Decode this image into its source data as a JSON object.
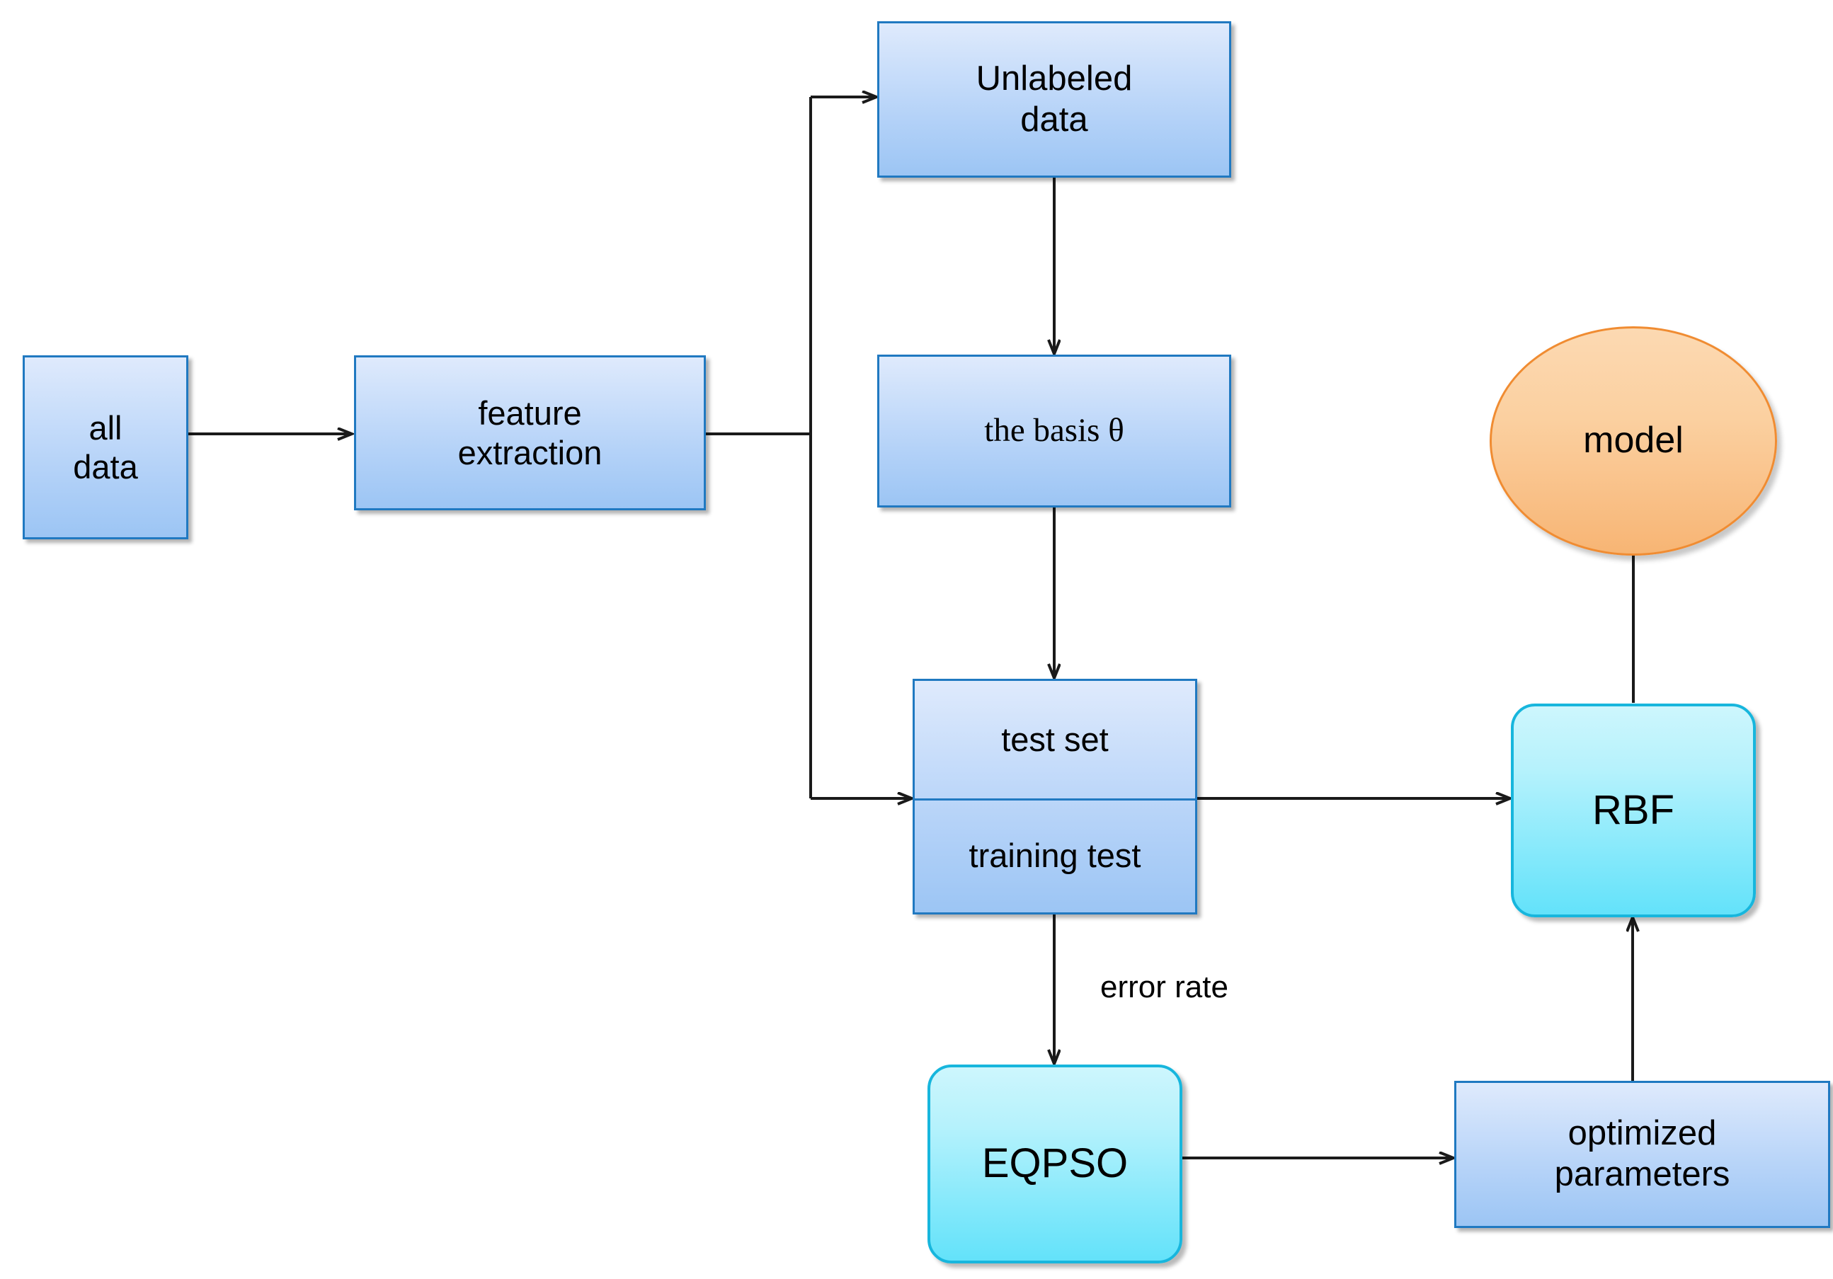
{
  "diagram": {
    "title": "Semi-supervised EQPSO-RBF model flowchart",
    "colors": {
      "blue_fill_top": "#dfeafc",
      "blue_fill_bottom": "#9cc5f4",
      "blue_border": "#2079c1",
      "cyan_fill_top": "#cdf6fd",
      "cyan_fill_bottom": "#63e2fa",
      "cyan_border": "#17b6dd",
      "orange_fill_top": "#fcd9b2",
      "orange_fill_bottom": "#f7b574",
      "orange_border": "#f08c32",
      "connector": "#1a1a1a",
      "text": "#000000",
      "background": "#ffffff"
    },
    "nodes": {
      "all_data": {
        "label": "all\ndata",
        "shape": "rectangle"
      },
      "feature_extraction": {
        "label": "feature\nextraction",
        "shape": "rectangle"
      },
      "unlabeled_data": {
        "label": "Unlabeled\ndata",
        "shape": "rectangle"
      },
      "the_basis": {
        "label": "the basis θ",
        "shape": "rectangle"
      },
      "test_set": {
        "label": "test set",
        "shape": "rectangle-half"
      },
      "training_test": {
        "label": "training test",
        "shape": "rectangle-half"
      },
      "eqpso": {
        "label": "EQPSO",
        "shape": "rounded-rectangle"
      },
      "rbf": {
        "label": "RBF",
        "shape": "rounded-rectangle"
      },
      "optimized_parameters": {
        "label": "optimized\nparameters",
        "shape": "rectangle"
      },
      "model": {
        "label": "model",
        "shape": "ellipse"
      }
    },
    "edge_labels": {
      "error_rate": "error rate"
    },
    "edges": [
      {
        "from": "all_data",
        "to": "feature_extraction",
        "label": ""
      },
      {
        "from": "feature_extraction",
        "to": "unlabeled_data",
        "label": ""
      },
      {
        "from": "feature_extraction",
        "to": "training_test",
        "label": ""
      },
      {
        "from": "unlabeled_data",
        "to": "the_basis",
        "label": ""
      },
      {
        "from": "the_basis",
        "to": "test_set",
        "label": ""
      },
      {
        "from": "test_set",
        "to": "rbf",
        "label": ""
      },
      {
        "from": "training_test",
        "to": "eqpso",
        "label": "error rate"
      },
      {
        "from": "eqpso",
        "to": "optimized_parameters",
        "label": ""
      },
      {
        "from": "optimized_parameters",
        "to": "rbf",
        "label": ""
      },
      {
        "from": "rbf",
        "to": "model",
        "label": ""
      }
    ]
  }
}
